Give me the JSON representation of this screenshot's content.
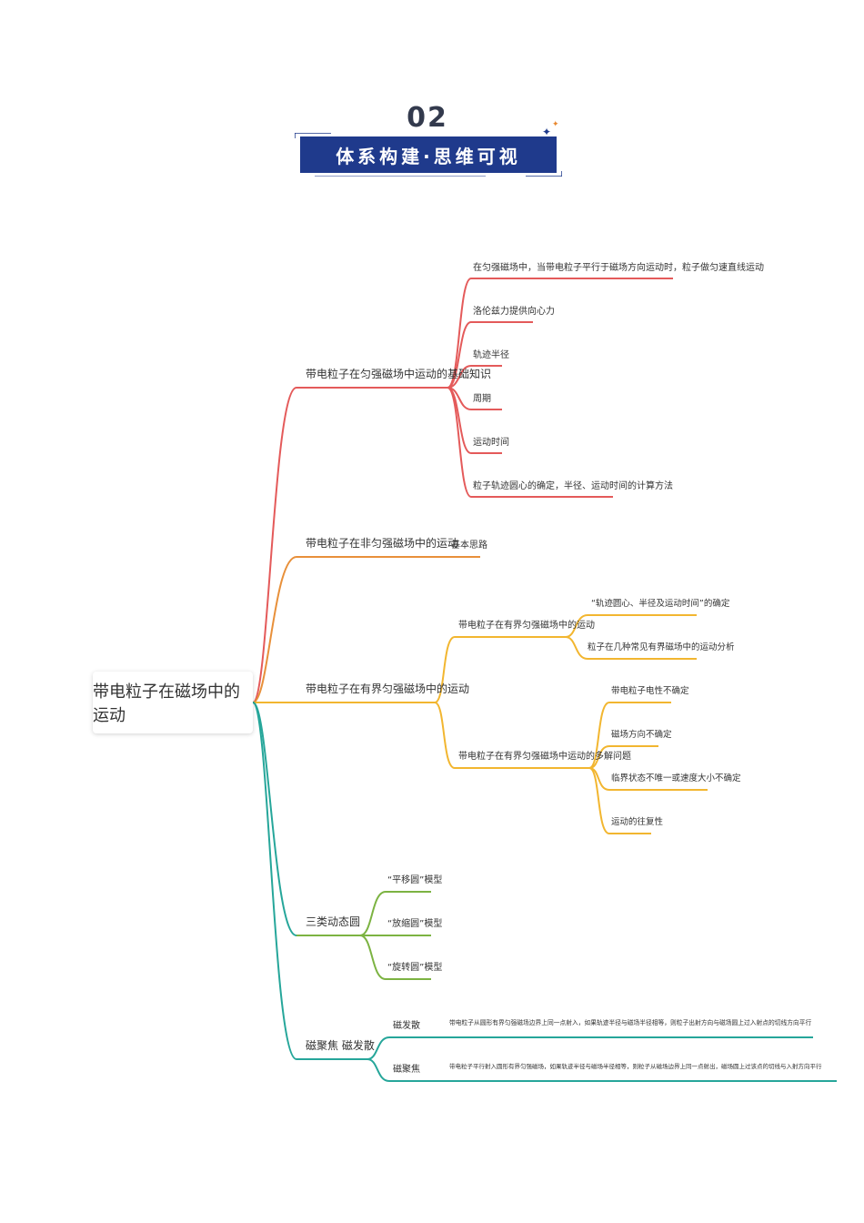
{
  "header": {
    "section_number": "02",
    "title": "体系构建·思维可视",
    "colors": {
      "banner": "#1f3a8c",
      "frame": "#1f3a8c",
      "spark_orange": "#e8872e"
    }
  },
  "mindmap": {
    "root": "带电粒子在磁场中的运动",
    "branch_colors": {
      "basic": "#e45a5a",
      "nonuniform": "#e8903a",
      "bounded": "#f2b630",
      "dynamic_circles": "#7cb342",
      "focus": "#26a69a"
    },
    "branches": {
      "basic": {
        "label": "带电粒子在匀强磁场中运动的基础知识",
        "children": [
          "在匀强磁场中，当带电粒子平行于磁场方向运动时，粒子做匀速直线运动",
          "洛伦兹力提供向心力",
          "轨迹半径",
          "周期",
          "运动时间",
          "粒子轨迹圆心的确定，半径、运动时间的计算方法"
        ]
      },
      "nonuniform": {
        "label": "带电粒子在非匀强磁场中的运动",
        "children": [
          "基本思路"
        ]
      },
      "bounded": {
        "label": "带电粒子在有界匀强磁场中的运动",
        "sub1": {
          "label": "带电粒子在有界匀强磁场中的运动",
          "children": [
            "“轨迹圆心、半径及运动时间”的确定",
            "粒子在几种常见有界磁场中的运动分析"
          ]
        },
        "sub2": {
          "label": "带电粒子在有界匀强磁场中运动的多解问题",
          "children": [
            "带电粒子电性不确定",
            "磁场方向不确定",
            "临界状态不唯一或速度大小不确定",
            "运动的往复性"
          ]
        }
      },
      "dynamic_circles": {
        "label": "三类动态圆",
        "children": [
          "“平移圆”模型",
          "“放缩圆”模型",
          "“旋转圆”模型"
        ]
      },
      "focus": {
        "label": "磁聚焦 磁发散",
        "sub1": {
          "label": "磁发散",
          "detail": "带电粒子从圆形有界匀强磁场边界上同一点射入，如果轨迹半径与磁场半径相等，则粒子出射方向与磁场圆上过入射点的切线方向平行"
        },
        "sub2": {
          "label": "磁聚焦",
          "detail": "带电粒子平行射入圆形有界匀强磁场，如果轨迹半径与磁场半径相等，则粒子从磁场边界上同一点射出，磁场圆上过该点的切线与入射方向平行"
        }
      }
    }
  }
}
